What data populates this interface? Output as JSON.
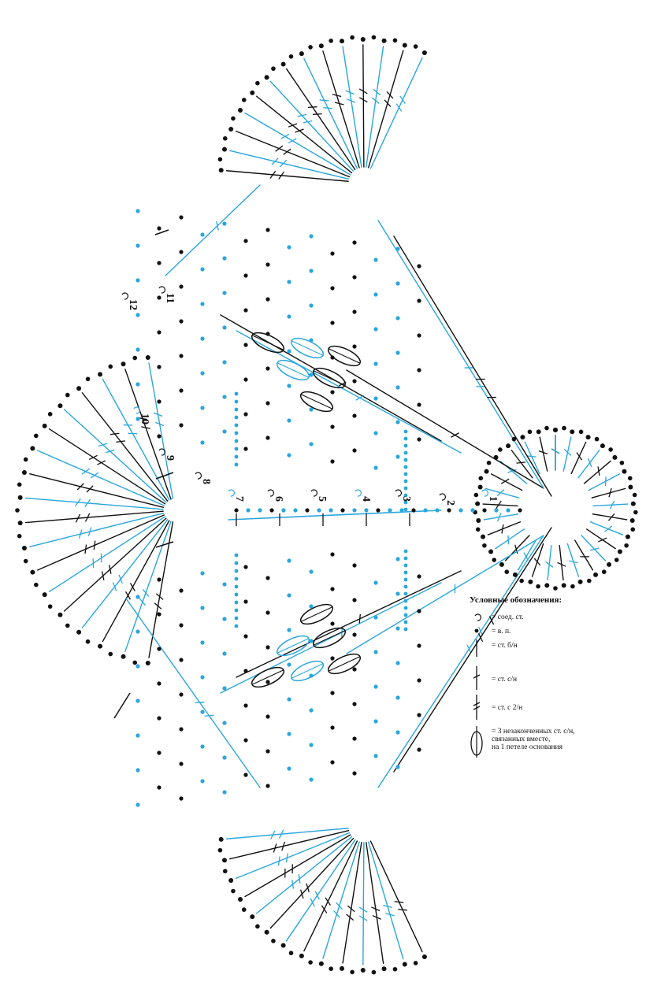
{
  "colors": {
    "blue": "#2aa6dd",
    "black": "#111111",
    "background": "#ffffff"
  },
  "row_numbers": [
    "1",
    "2",
    "3",
    "4",
    "5",
    "6",
    "7",
    "8",
    "9",
    "10",
    "11",
    "12"
  ],
  "legend": {
    "title": "Условные обозначения:",
    "items": [
      {
        "symbol": "slip-stitch",
        "label": "= соед. ст."
      },
      {
        "symbol": "chain",
        "label": "= в. п."
      },
      {
        "symbol": "single-crochet",
        "label": "= ст. б/н"
      },
      {
        "symbol": "double-crochet",
        "label": "= ст. с/н"
      },
      {
        "symbol": "treble-crochet",
        "label": "= ст. с 2/н"
      },
      {
        "symbol": "cluster-3dc",
        "label": "= 3 незаконченных ст. с/н,\nсвязанных вместе,\nна 1 петеле основания"
      }
    ]
  }
}
